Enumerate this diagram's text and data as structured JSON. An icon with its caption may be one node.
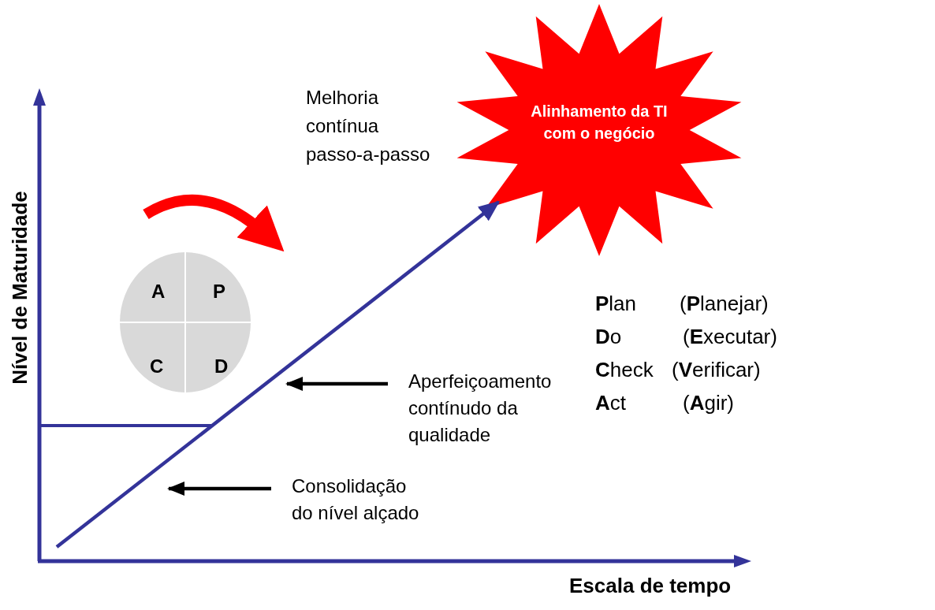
{
  "diagram": {
    "nodes": [
      {
        "text": [
          "Alinhamento da TI com o negócio"
        ]
      },
      {
        "text": [
          "A",
          "P",
          "C",
          "D"
        ]
      },
      {
        "text": [
          "Aperfeiçoamento contínudo da qualidade"
        ]
      },
      {
        "text": [
          "Consolidação do nível alçado"
        ]
      }
    ],
    "edges": [
      {
        "from": null,
        "to": 0,
        "arrow": "to",
        "color": "#333399"
      },
      {
        "from": 2,
        "to": null,
        "arrow": "to"
      },
      {
        "from": 3,
        "to": null,
        "arrow": "to"
      }
    ],
    "labels": [
      "Nível de Maturidade",
      "Escala de tempo",
      "Melhoria contínua passo-a-passo",
      "**P**lan",
      "(**P**lanejar)",
      "**D**o",
      "(**E**xecutar)",
      "**C**heck",
      "(**V**erificar)",
      "**A**ct",
      "(**A**gir)"
    ]
  }
}
